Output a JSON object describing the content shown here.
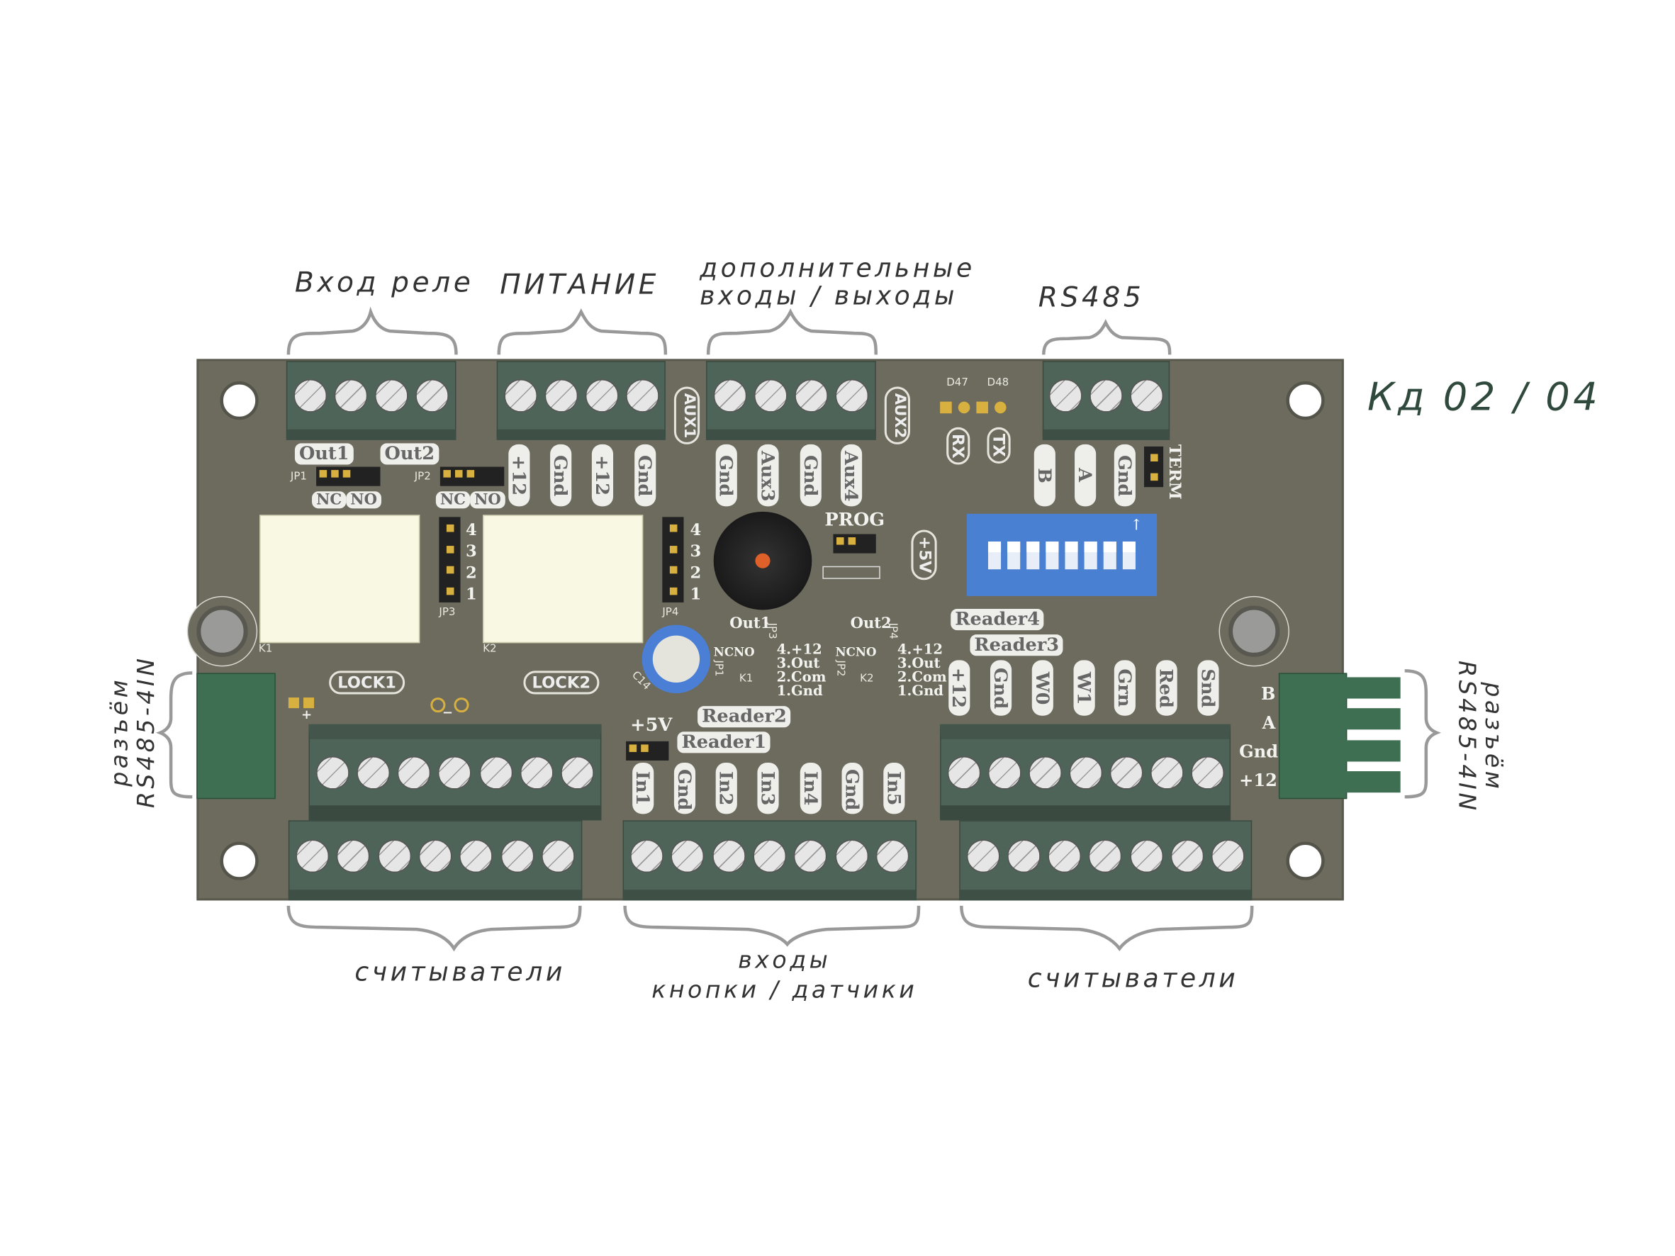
{
  "annotations": {
    "relay_input": "Вход реле",
    "power": "ПИТАНИЕ",
    "aux_line1": "дополнительные",
    "aux_line2": "входы / выходы",
    "rs485": "RS485",
    "model": "Кд 02 / 04",
    "readers_left": "считыватели",
    "inputs_line1": "входы",
    "inputs_line2": "кнопки / датчики",
    "readers_right": "считыватели",
    "rs485_conn_left": "разъём RS485-4IN",
    "rs485_conn_right": "разъём RS485-4IN"
  },
  "board": {
    "relay_outputs": {
      "out1": "Out1",
      "out2": "Out2",
      "nc": "NC",
      "no": "NO",
      "jp1": "JP1",
      "jp2": "JP2"
    },
    "power_pins": [
      "+12",
      "Gnd",
      "+12",
      "Gnd"
    ],
    "aux1": "AUX1",
    "aux2": "AUX2",
    "aux_pins": [
      "Gnd",
      "Aux3",
      "Gnd",
      "Aux4"
    ],
    "leds": {
      "d47": "D47",
      "d48": "D48",
      "rx": "RX",
      "tx": "TX"
    },
    "rs485_pins": [
      "B",
      "A",
      "Gnd"
    ],
    "term": "TERM",
    "jp3": "JP3",
    "jp4": "JP4",
    "header_nums": [
      "4",
      "3",
      "2",
      "1"
    ],
    "k1": "K1",
    "k2": "K2",
    "prog": "PROG",
    "plus5v_vertical": "+5V",
    "c14": "C14",
    "out1_schema": {
      "title": "Out1",
      "jp": "JP3",
      "jp_side": "JP1",
      "k": "K1",
      "lines": [
        "4.+12",
        "3.Out",
        "2.Com",
        "1.Gnd"
      ]
    },
    "out2_schema": {
      "title": "Out2",
      "jp": "JP4",
      "jp_side": "JP2",
      "k": "K2",
      "lines": [
        "4.+12",
        "3.Out",
        "2.Com",
        "1.Gnd"
      ]
    },
    "reader4": "Reader4",
    "reader3": "Reader3",
    "reader_pins": [
      "+12",
      "Gnd",
      "W0",
      "W1",
      "Grn",
      "Red",
      "Snd"
    ],
    "lock1": "LOCK1",
    "lock2": "LOCK2",
    "reader2": "Reader2",
    "reader1": "Reader1",
    "plus5v": "+5V",
    "input_pins": [
      "In1",
      "Gnd",
      "In2",
      "In3",
      "In4",
      "Gnd",
      "In5"
    ],
    "rs485_conn_pins": [
      "B",
      "A",
      "Gnd",
      "+12"
    ],
    "plus": "+",
    "minus": "−"
  },
  "colors": {
    "board": "#6d6b5d",
    "terminal": "#4f6458",
    "dip": "#4a80d2",
    "connector": "#3f6f52"
  }
}
